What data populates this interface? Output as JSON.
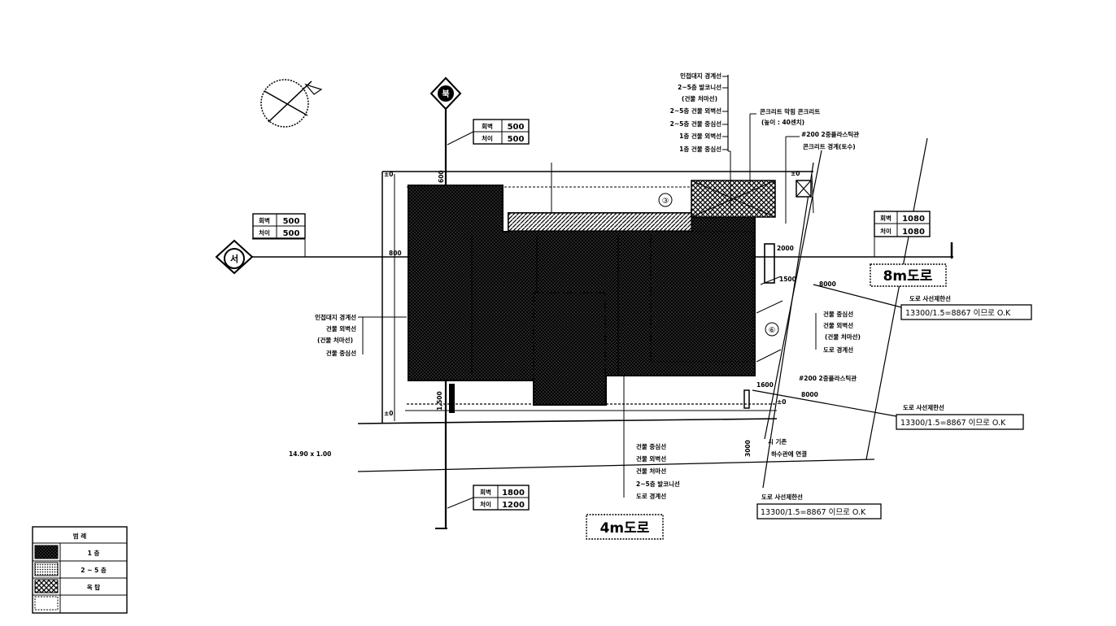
{
  "scale_note": "14.90 x 1.00",
  "compass": {
    "north_label": "북",
    "west_label": "서"
  },
  "setback_boxes": {
    "north": {
      "row1_label": "회벽",
      "row1_value": "500",
      "row2_label": "처이",
      "row2_value": "500"
    },
    "west": {
      "row1_label": "회벽",
      "row1_value": "500",
      "row2_label": "처이",
      "row2_value": "500"
    },
    "east": {
      "row1_label": "회벽",
      "row1_value": "1080",
      "row2_label": "처이",
      "row2_value": "1080"
    },
    "south": {
      "row1_label": "회벽",
      "row1_value": "1800",
      "row2_label": "처이",
      "row2_value": "1200"
    }
  },
  "north_callouts": [
    "인접대지 경계선",
    "2~5층 발코니선",
    "(건물 처마선)",
    "2~5층 건물 외벽선",
    "2~5층 건물 중심선",
    "1층 건물 외벽선",
    "1층 건물 중심선"
  ],
  "concrete_callouts": [
    "콘크리트 막힘 콘크리트",
    "(높이 : 40센치)",
    "#200 2중플라스틱관",
    "콘크리트 경계(토수)"
  ],
  "west_callouts": [
    "인접대지 경계선",
    "건물 외벽선",
    "(건물 처마선)",
    "건물 중심선"
  ],
  "east_callouts": [
    "건물 중심선",
    "건물 외벽선",
    "(건물 처마선)",
    "도로 경계선"
  ],
  "east_pipe_label": "#200 2중플라스틱관",
  "south_callouts": [
    "건물 중심선",
    "건물 외벽선",
    "건물 처마선",
    "2~5층 발코니선",
    "도로 경계선"
  ],
  "drain_note": [
    "시 기존",
    "하수관에 연결"
  ],
  "sight_checks": [
    {
      "title": "도로 사선제한선",
      "formula": "13300/1.5=8867 이므로 O.K"
    },
    {
      "title": "도로 사선제한선",
      "formula": "13300/1.5=8867 이므로 O.K"
    },
    {
      "title": "도로 사선제한선",
      "formula": "13300/1.5=8867 이므로 O.K"
    }
  ],
  "roads": {
    "east": "8m도로",
    "south": "4m도로"
  },
  "dimensions": {
    "west_800": "800",
    "north_600": "600",
    "south_1500": "1,500",
    "east_2000": "2000",
    "east_1500": "1500",
    "road_8000_a": "8000",
    "road_8000_b": "8000",
    "e_1600": "1600",
    "bottom_3000": "3000",
    "level_a": "±0",
    "level_b": "±0",
    "level_c": "±0",
    "level_d": "±0"
  },
  "room_marks": [
    "③",
    "⑥"
  ],
  "legend": {
    "header": "범 례",
    "rows": [
      {
        "label": "1 층",
        "pattern": "floor1"
      },
      {
        "label": "2 ~ 5 층",
        "pattern": "floor25"
      },
      {
        "label": "옥 탑",
        "pattern": "rooftop"
      },
      {
        "label": "",
        "pattern": "blank"
      }
    ]
  }
}
